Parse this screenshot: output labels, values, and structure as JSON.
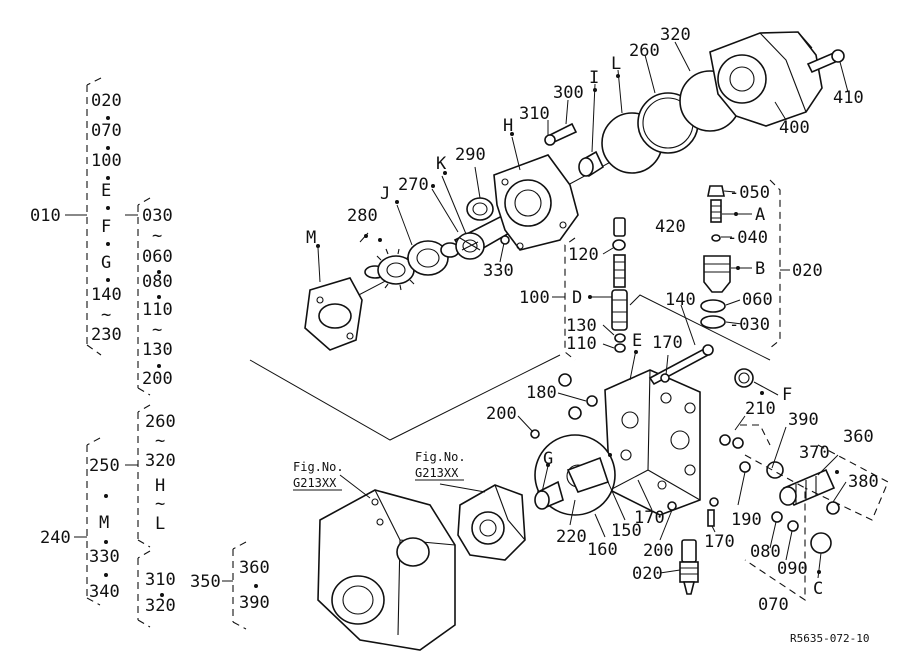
{
  "labels": {
    "l010": "010",
    "l020a": "020",
    "l070a": "070",
    "l100a": "100",
    "lE1": "E",
    "lF1": "F",
    "lG1": "G",
    "l140a": "140",
    "l230": "230",
    "l030a": "030",
    "l060a": "060",
    "l080a": "080",
    "l110a": "110",
    "l130a": "130",
    "l200a": "200",
    "l240": "240",
    "l250": "250",
    "lM1": "M",
    "l330a": "330",
    "l340": "340",
    "l260a": "260",
    "l320a": "320",
    "lH1": "H",
    "lL1": "L",
    "l310a": "310",
    "l320b": "320",
    "l350": "350",
    "l360a": "360",
    "l390a": "390",
    "figref1a": "Fig.No.",
    "figref1b": "G213XX",
    "figref2a": "Fig.No.",
    "figref2b": "G213XX",
    "cM": "M",
    "c280": "280",
    "cJ": "J",
    "c270": "270",
    "cK": "K",
    "c290": "290",
    "cH": "H",
    "c310": "310",
    "c300": "300",
    "cI": "I",
    "cL": "L",
    "c260": "260",
    "c320": "320",
    "c410": "410",
    "c400": "400",
    "c330": "330",
    "c050": "-050",
    "cA": "A",
    "c420": "420",
    "c040": "-040",
    "cB": "B",
    "c020r": "020",
    "c060": "060",
    "c030": "-030",
    "c120": "120",
    "c100": "100",
    "cD": "D",
    "c140": "140",
    "c130": "130",
    "c110": "110",
    "cE": "E",
    "c170a": "170",
    "cF": "F",
    "c180": "180",
    "c200a": "200",
    "c210": "210",
    "c390": "390",
    "c360": "360",
    "c370": "370",
    "cG": "G",
    "c380": "380",
    "c150": "150",
    "c220": "220",
    "c160": "160",
    "c170b": "170",
    "c190": "190",
    "c200b": "200",
    "c170c": "170",
    "c080": "080",
    "c090": "090",
    "cC": "C",
    "c020b": "020",
    "c070": "070",
    "code": "R5635-072-10"
  }
}
